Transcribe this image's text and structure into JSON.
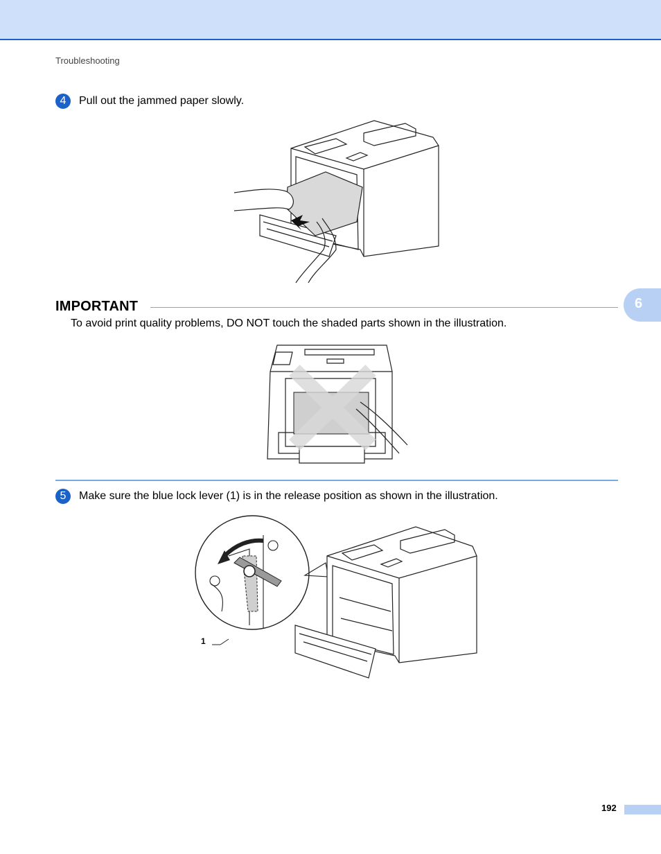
{
  "header": {
    "breadcrumb": "Troubleshooting"
  },
  "steps": [
    {
      "number": "4",
      "text": "Pull out the jammed paper slowly."
    },
    {
      "number": "5",
      "text": "Make sure the blue lock lever (1) is in the release position as shown in the illustration."
    }
  ],
  "important": {
    "title": "IMPORTANT",
    "text": "To avoid print quality problems, DO NOT touch the shaded parts shown in the illustration."
  },
  "callout": {
    "label": "1"
  },
  "chapter_tab": "6",
  "footer": {
    "page_number": "192"
  },
  "colors": {
    "accent": "#1a62c8",
    "band": "#cfe0fb",
    "tab": "#b9d0f5",
    "rule": "#7aa7e6"
  }
}
